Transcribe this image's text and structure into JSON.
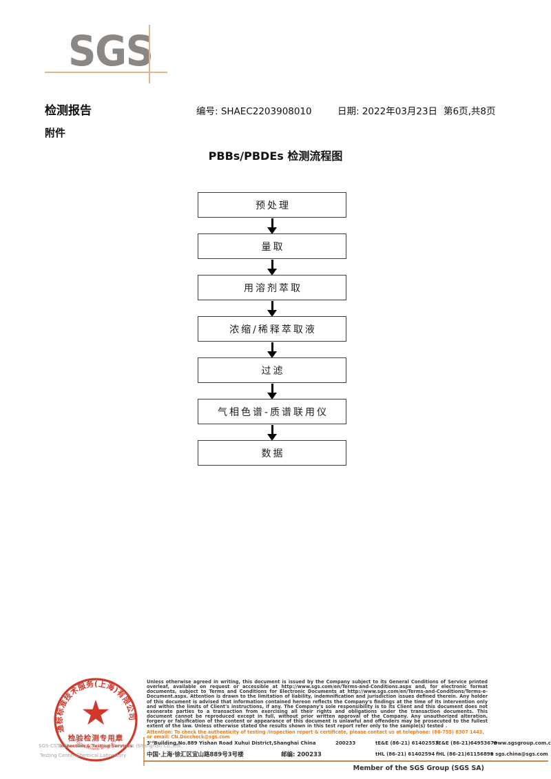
{
  "logo": {
    "text": "SGS"
  },
  "header": {
    "report_title": "检测报告",
    "report_no": "编号: SHAEC2203908010",
    "date": "日期: 2022年03月23日",
    "page_info": "第6页,共8页",
    "attachment": "附件"
  },
  "flowchart": {
    "title": "PBBs/PBDEs 检测流程图",
    "steps": [
      "预处理",
      "量取",
      "用溶剂萃取",
      "浓缩/稀释萃取液",
      "过滤",
      "气相色谱-质谱联用仪",
      "数据"
    ]
  },
  "stamp": {
    "arc_text": "通标标准技术服务(上海)有限公司",
    "star": "★",
    "inner_line1": "检验检测专用章",
    "inner_line2": "Inspection & Testing Services",
    "bottom_arc_text": "SGS-CSTC Standards Technical Services(Shanghai)Co.,Ltd.",
    "company_en_line1": "SGS-CSTC Standards Technical Services (Shanghai) Co.,Ltd.",
    "company_en_line2": "Testing Center-Chemical Laboratory"
  },
  "footer": {
    "disclaimer": "Unless otherwise agreed in writing, this document is issued by the Company subject to its General Conditions of Service printed overleaf, available on request or accessible at http://www.sgs.com/en/Terms-and-Conditions.aspx and, for electronic format documents, subject to Terms and Conditions for Electronic Documents at http://www.sgs.com/en/Terms-and-Conditions/Terms-e-Document.aspx. Attention is drawn to the limitation of liability, indemnification and jurisdiction issues defined therein. Any holder of this document is advised that information contained hereon reflects the Company's findings at the time of its intervention only and within the limits of Client's instructions, if any. The Company's sole responsibility is to its Client and this document does not exonerate parties to a transaction from exercising all their rights and obligations under the transaction documents. This document cannot be reproduced except in full, without prior written approval of the Company. Any unauthorized alteration, forgery or falsification of the content or appearance of this document is unlawful and offenders may be prosecuted to the fullest extent of the law. Unless otherwise stated the results shown in this test report refer only to the sample(s) tested .",
    "attention": "Attention: To check the authenticity of testing /inspection report & certificate, please contact us at telephone: (86-755) 8307 1443, or email: CN.Doccheck@sgs.com",
    "address_en": "3ʳᵈBuilding,No.889 Yishan Road Xuhui District,Shanghai China",
    "postcode_en": "200233",
    "tel1": "tE&E (86-21) 61402553",
    "fax1": "fE&E (86-21)64953679",
    "web": "www.sgsgroup.com.cn",
    "address_cn": "中国·上海·徐汇区宜山路889号3号楼",
    "postcode_cn": "邮编: 200233",
    "tel2": "tHL (86-21) 61402594",
    "fax2": "fHL (86-21)61156899",
    "email": "e sgs.china@sgs.com",
    "member_text": "Member of the SGS Group (SGS SA)"
  },
  "colors": {
    "accent_tan": "#e5b487",
    "logo_gray": "#8b8784",
    "stamp_red": "#cc2a1d",
    "attention_orange": "#e87d1e"
  }
}
